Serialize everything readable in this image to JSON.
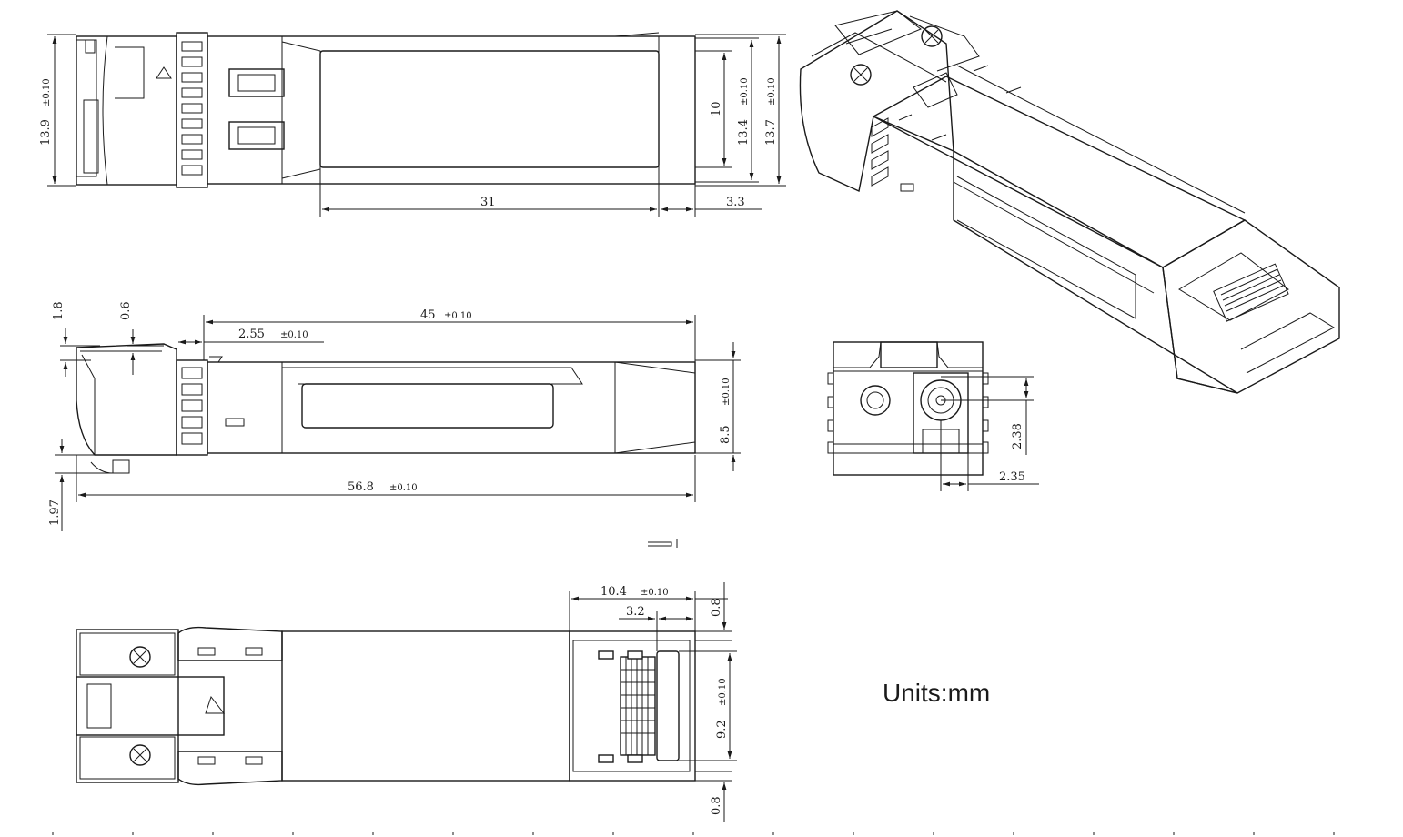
{
  "units_label": "Units:mm",
  "top_view": {
    "height_left": "13.9",
    "tol_left": "±0.10",
    "window_height": "10",
    "height_mid": "13.4",
    "tol_mid": "±0.10",
    "height_right": "13.7",
    "tol_right": "±0.10",
    "window_length": "31",
    "end_length": "3.3"
  },
  "side_view": {
    "step_a": "1.8",
    "step_b": "0.6",
    "overall_length": "45",
    "tol_overall": "±0.10",
    "latch_offset": "2.55",
    "tol_latch": "±0.10",
    "height": "8.5",
    "tol_height": "±0.10",
    "total_length": "56.8",
    "tol_total": "±0.10",
    "bottom_offset": "1.97"
  },
  "front_view": {
    "ferrule_offset_v": "2.38",
    "ferrule_offset_h": "2.35"
  },
  "bottom_view": {
    "connector_length": "10.4",
    "tol_connector": "±0.10",
    "pad_length": "3.2",
    "top_margin": "0.8",
    "connector_width": "9.2",
    "tol_width": "±0.10",
    "bottom_margin": "0.8"
  }
}
